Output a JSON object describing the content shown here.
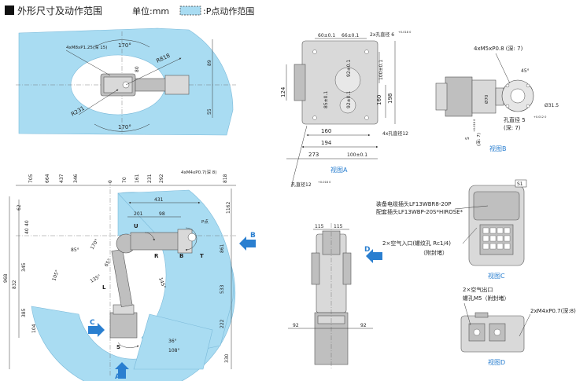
{
  "legend": {
    "title": "外形尺寸及动作范围",
    "unit_label": "单位:mm",
    "p_label": ":P点动作范围"
  },
  "top_view": {
    "thread_note": "4xM8xP1.25(深 15)",
    "angle_top": "170°",
    "angle_bottom": "170°",
    "r_outer": "R818",
    "r_inner": "R231",
    "d80": "80",
    "d89": "89",
    "d55": "55"
  },
  "side_view": {
    "top_dims": [
      "705",
      "664",
      "437",
      "346",
      "0",
      "70",
      "161",
      "231",
      "292"
    ],
    "d40": "40",
    "d201": "201",
    "d98": "98",
    "d431": "431",
    "thread_note": "4xM4xP0.7(深 8)",
    "d818": "818",
    "d1162": "1162",
    "d861": "861",
    "d533": "533",
    "d222": "222",
    "d330": "330",
    "left_dims": [
      "62",
      "40",
      "968",
      "832",
      "345",
      "385",
      "104"
    ],
    "radius_notes": [
      "85°",
      "105°",
      "135°",
      "65°",
      "145°",
      "170°",
      "36°",
      "108°"
    ],
    "p_point": "P点",
    "axes": [
      "U",
      "R",
      "B",
      "T",
      "L",
      "S"
    ],
    "arrows": {
      "a": "A",
      "b": "B",
      "c": "C",
      "d": "D"
    }
  },
  "view_a": {
    "caption": "视图A",
    "d60": "60±0.1",
    "d66": "66±0.1",
    "hole2": "2x孔直径 6",
    "hole2_tol": "+0.018 0",
    "d100v": "100±0.1",
    "d92a": "92±0.1",
    "d92b": "92±0.1",
    "d85": "85±0.1",
    "d124": "124",
    "d160v": "160",
    "d198": "198",
    "d160h": "160",
    "d194": "194",
    "d273": "273",
    "d100h": "100±0.1",
    "hole4": "4x孔直径12",
    "hole12": "孔直径12",
    "hole12_tol": "+0.018 0"
  },
  "view_b": {
    "caption": "视图B",
    "thread": "4xM5xP0.8 (深: 7)",
    "angle": "45°",
    "d70": "Ø70",
    "d315": "Ø31.5",
    "hole": "孔直径 5",
    "hole_tol": "+0.012 0",
    "depth": "(深: 7)",
    "d_left": "5",
    "d_left_tol": "+0.018 0",
    "d_left_depth": "(深: 7)"
  },
  "view_c": {
    "caption": "视图C",
    "s1": "S1",
    "connector1": "装备电缆插头LF13WBR8-20P",
    "connector2": "配套插头LF13WBP-20S*HIROSE*",
    "air_in": "2×空气入口(螺纹孔 Rc1/4)",
    "air_in_sub": "（附封堵）"
  },
  "view_d": {
    "caption": "视图D",
    "air_out": "2×空气出口",
    "air_out_sub": "螺孔M5（附封堵）",
    "thread": "2xM4xP0.7(深:8)"
  },
  "front_view": {
    "d115a": "115",
    "d115b": "115",
    "d92a": "92",
    "d92b": "92"
  }
}
